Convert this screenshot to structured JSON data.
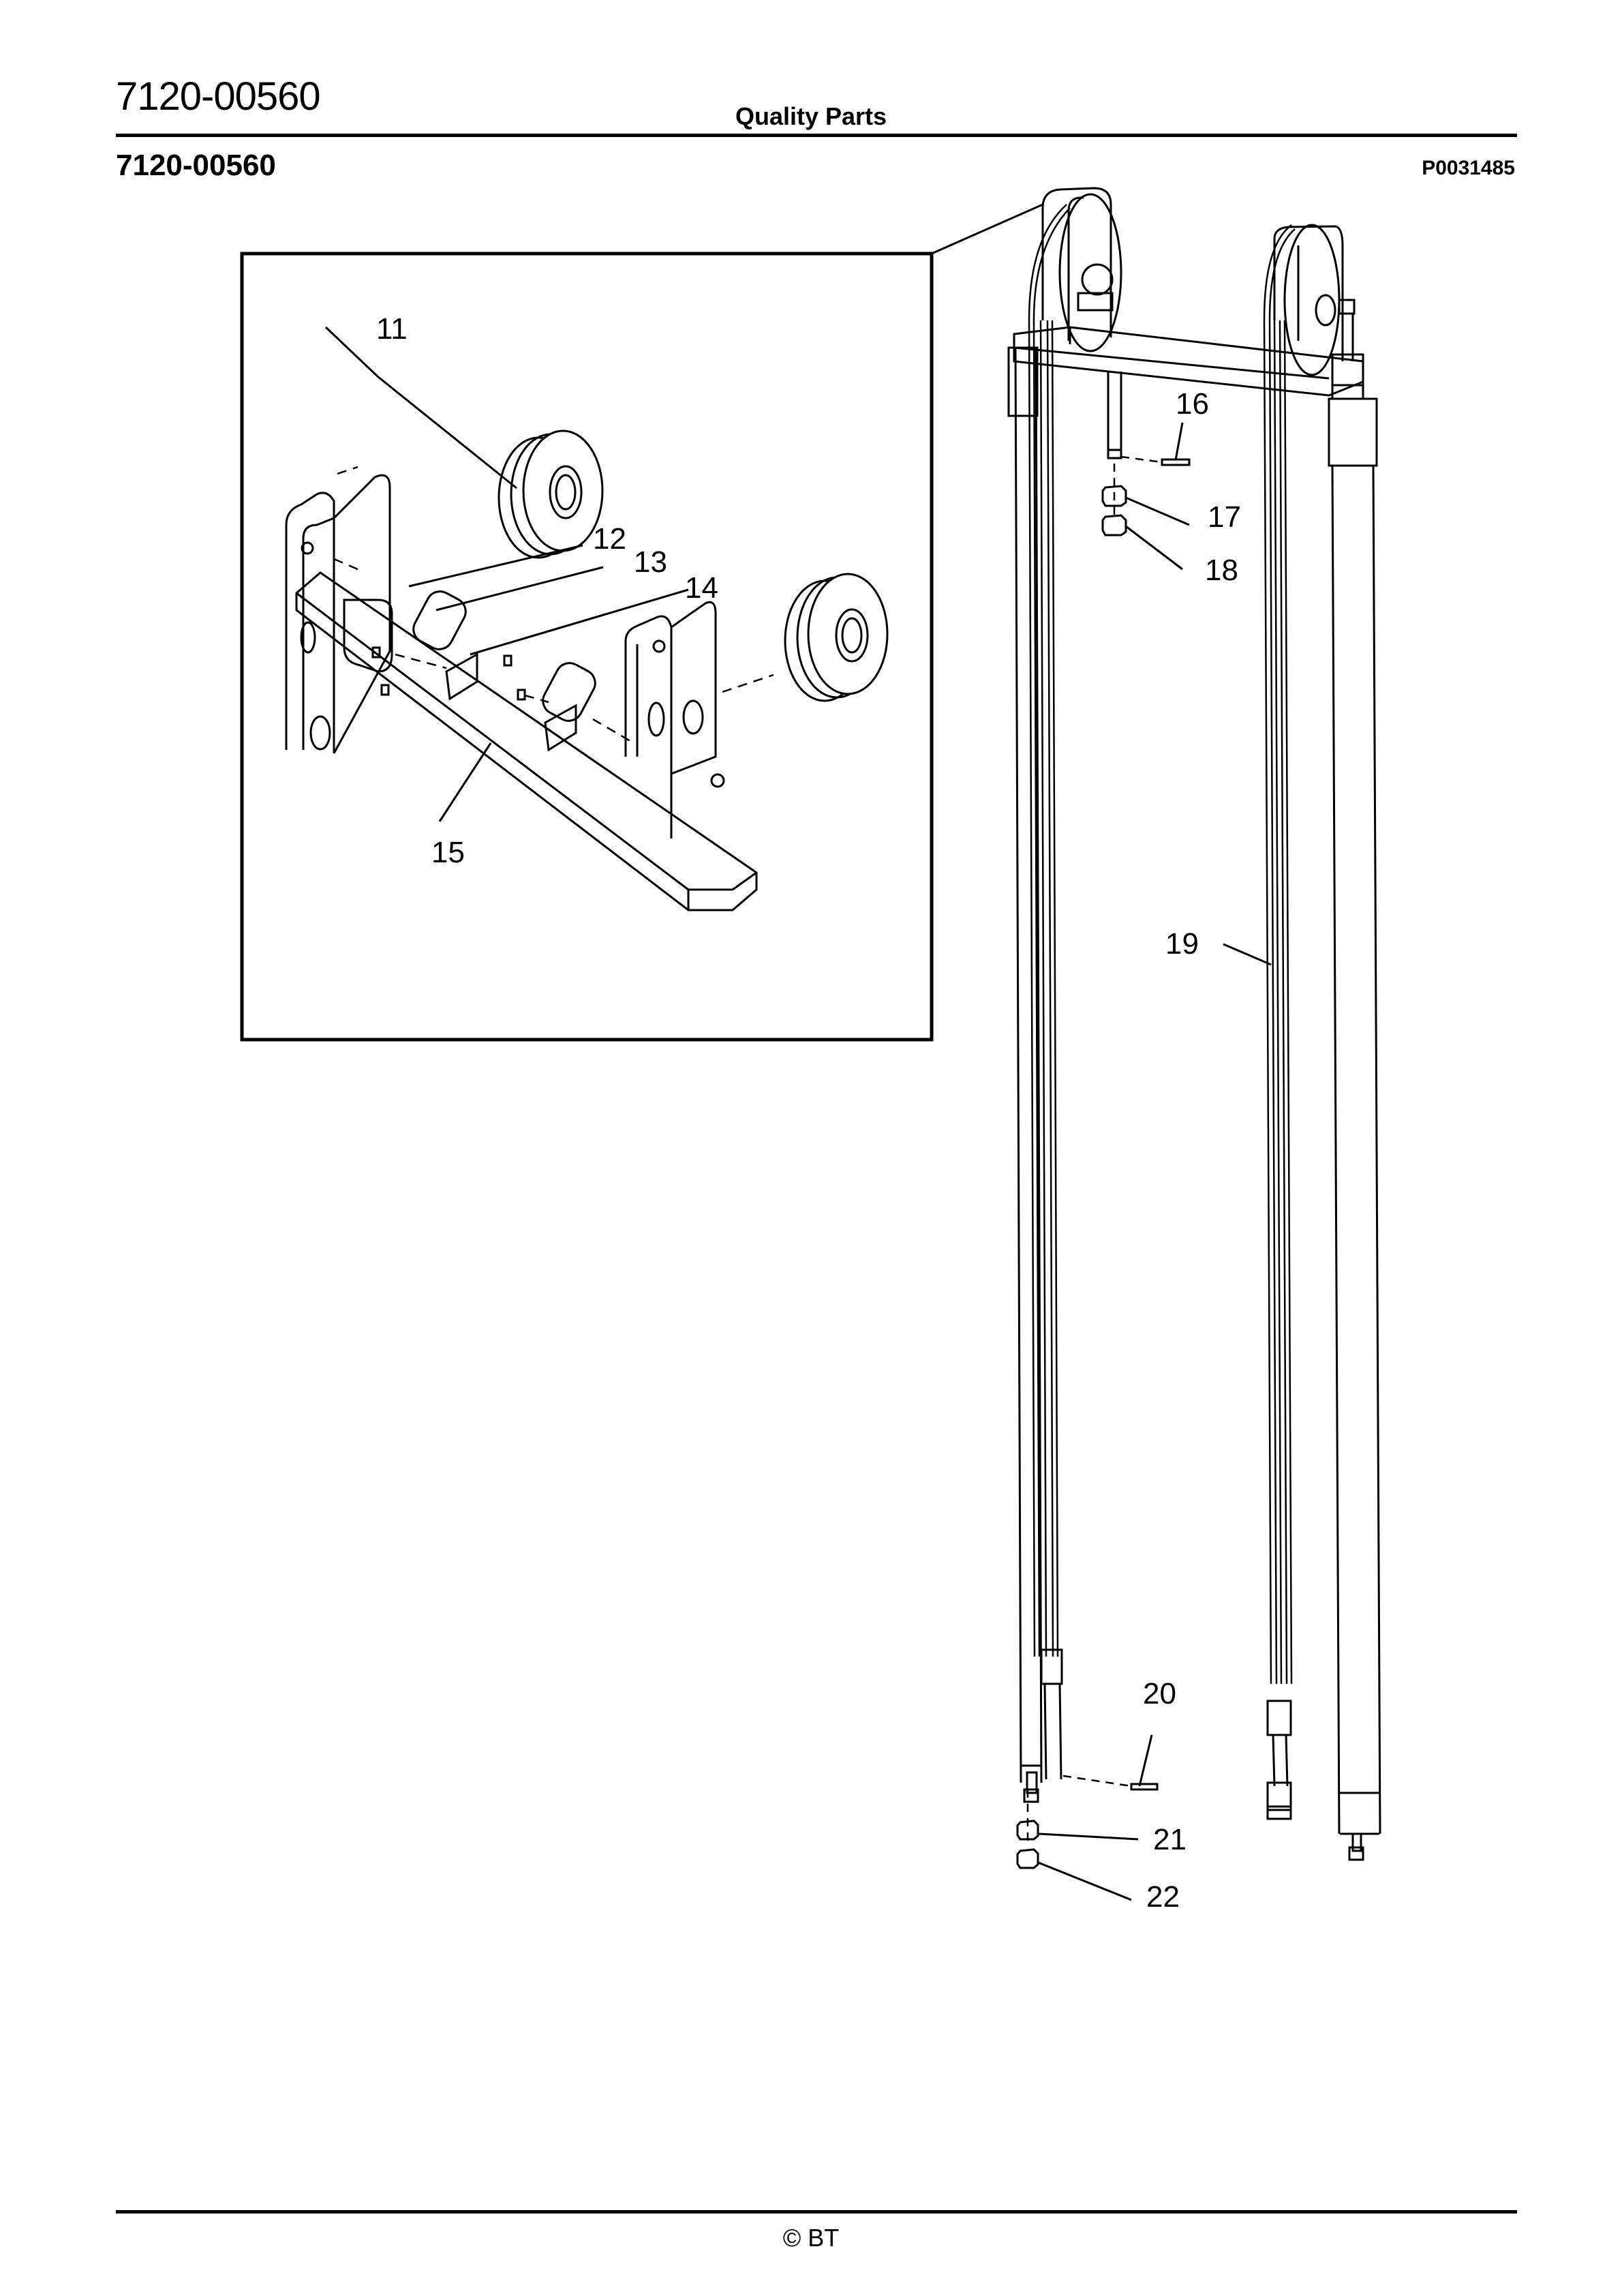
{
  "header": {
    "document_code": "7120-00560",
    "title": "Quality Parts",
    "section_code": "7120-00560",
    "illustration_id": "P0031485"
  },
  "diagram": {
    "type": "exploded-parts-illustration",
    "inset_callouts": [
      {
        "number": "11",
        "part": "pulley-wheel"
      },
      {
        "number": "12",
        "part": "roller-sleeve"
      },
      {
        "number": "13",
        "part": "bracket-plate"
      },
      {
        "number": "14",
        "part": "screw"
      },
      {
        "number": "15",
        "part": "crossbar-frame"
      }
    ],
    "main_callouts": [
      {
        "number": "16",
        "part": "pin"
      },
      {
        "number": "17",
        "part": "nut"
      },
      {
        "number": "18",
        "part": "nut"
      },
      {
        "number": "19",
        "part": "chain"
      },
      {
        "number": "20",
        "part": "pin"
      },
      {
        "number": "21",
        "part": "nut"
      },
      {
        "number": "22",
        "part": "nut"
      }
    ]
  },
  "footer": {
    "copyright": "© BT"
  }
}
